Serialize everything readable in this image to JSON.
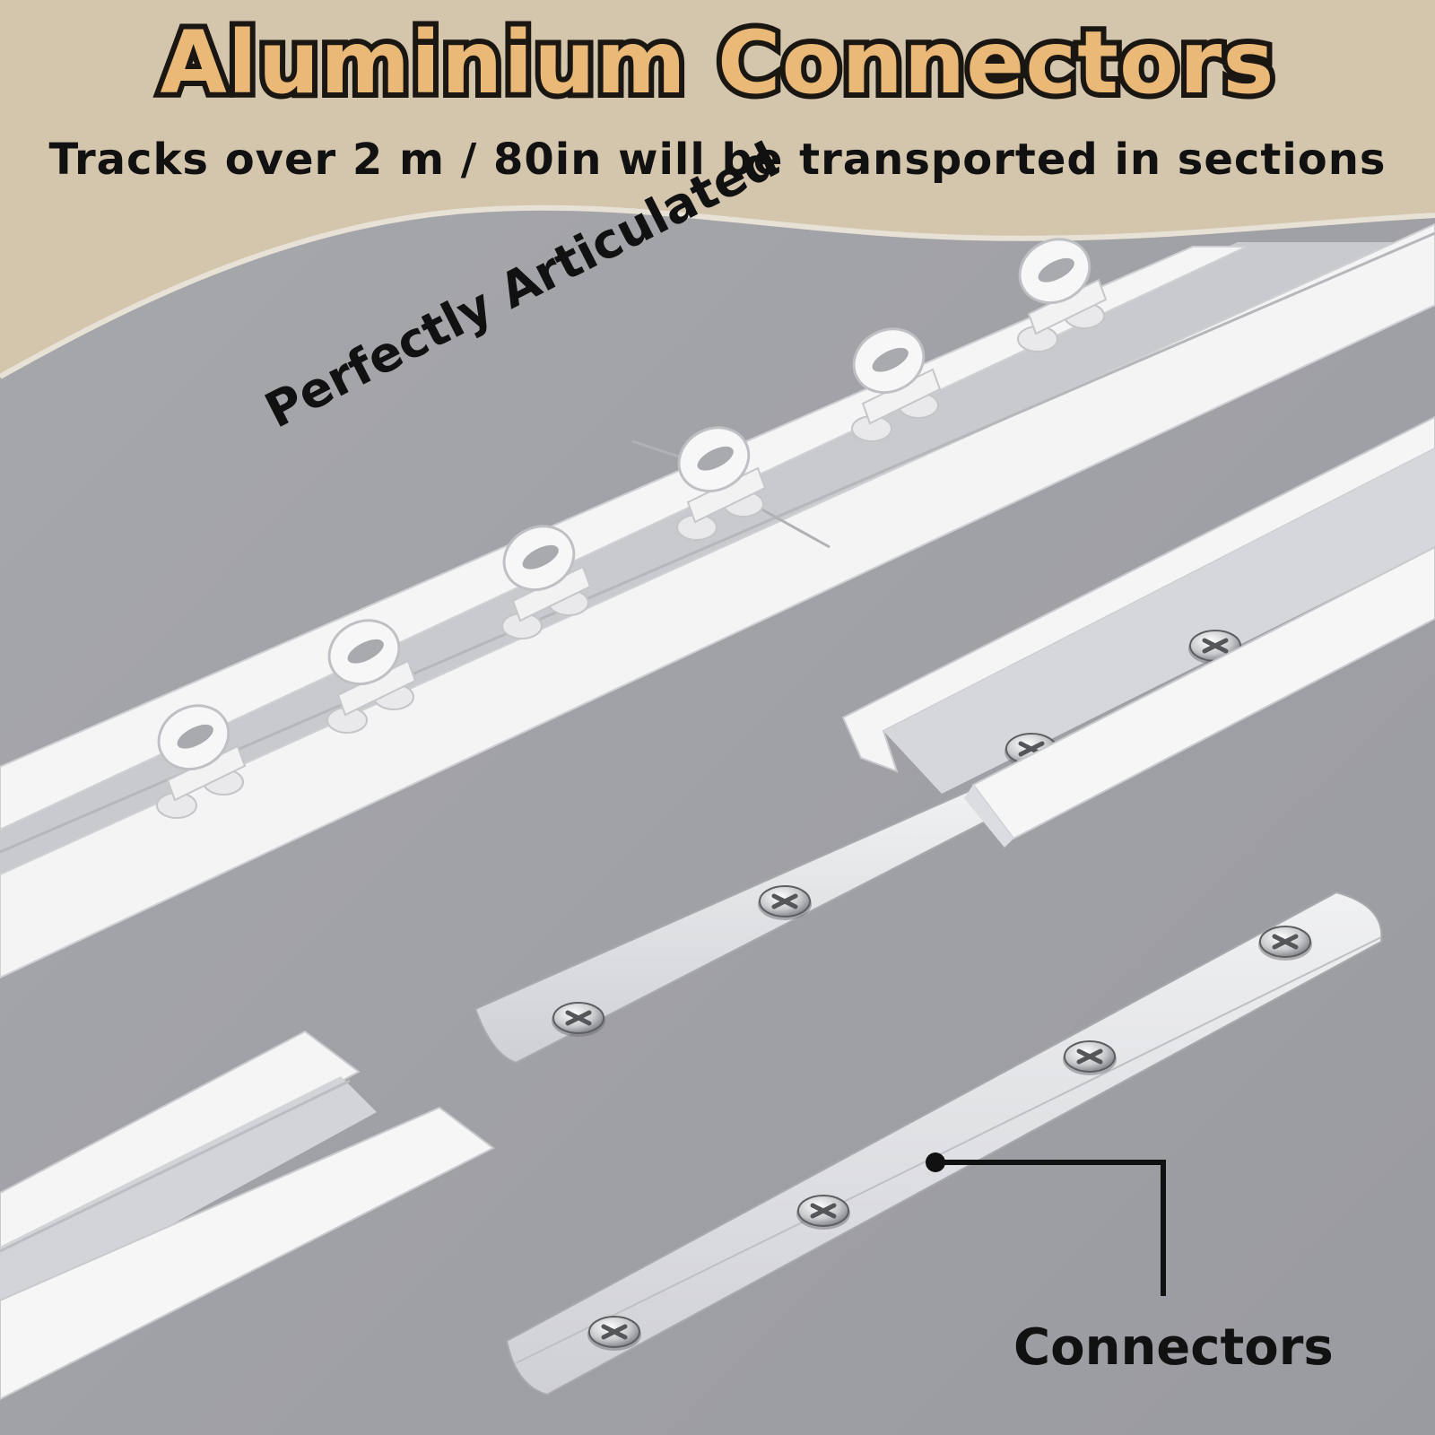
{
  "header": {
    "title": "Aluminium Connectors",
    "subtitle": "Tracks over 2 m / 80in will be transported in sections"
  },
  "labels": {
    "articulated": "Perfectly Articulated",
    "connectors": "Connectors"
  },
  "colors": {
    "title_fill": "#eab877",
    "title_outline": "#1a1612",
    "header_band": "#d4c5ad",
    "background": "#9fa0a5",
    "track": "#f4f4f5",
    "connector_plate": "#e2e3e6",
    "text": "#111111"
  }
}
